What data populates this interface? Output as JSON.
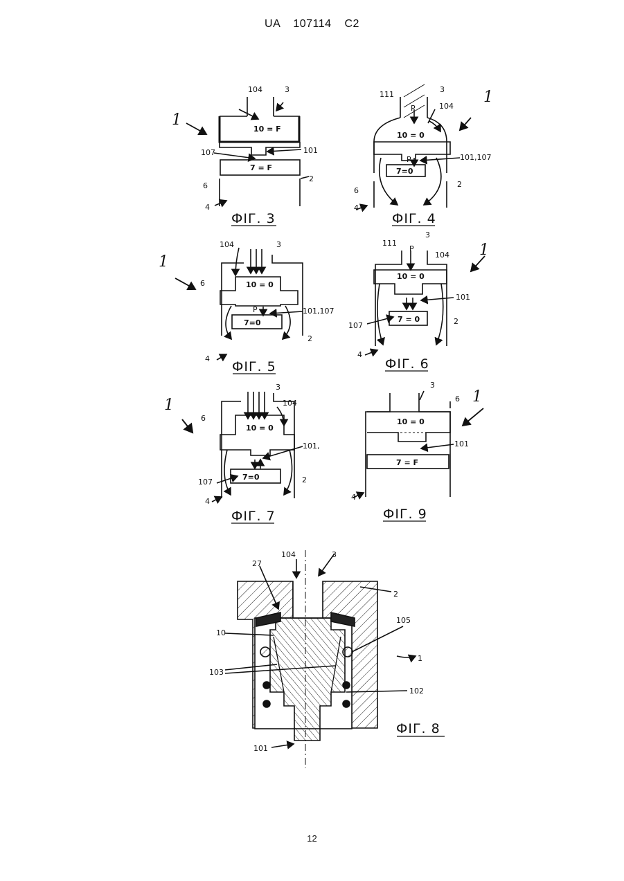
{
  "header": {
    "doc_id": "UA   107114   C2"
  },
  "page_number": "12",
  "fig3": {
    "caption": "ФІГ. 3",
    "upper": "10 = F",
    "lower": "7 = F",
    "labels": {
      "n104": "104",
      "n3": "3",
      "n1": "1",
      "n107": "107",
      "n101": "101",
      "n6": "6",
      "n2": "2",
      "n4": "4"
    }
  },
  "fig4": {
    "caption": "ФІГ. 4",
    "upper": "10 = 0",
    "lower": "7=0",
    "p": "P",
    "p2": "P",
    "labels": {
      "n111": "111",
      "n3": "3",
      "n104": "104",
      "n1": "1",
      "n101": "101,107",
      "n6": "6",
      "n2": "2",
      "n4": "4"
    }
  },
  "fig5": {
    "caption": "ФІГ. 5",
    "upper": "10 = 0",
    "lower": "7=0",
    "p": "P",
    "labels": {
      "n104": "104",
      "n3": "3",
      "n1": "1",
      "n6": "6",
      "n101": "101,107",
      "n2": "2",
      "n4": "4"
    }
  },
  "fig6": {
    "caption": "ФІГ. 6",
    "upper": "10 = 0",
    "lower": "7 = 0",
    "p": "P",
    "labels": {
      "n111": "111",
      "n3": "3",
      "n104": "104",
      "n1": "1",
      "n101": "101",
      "n107": "107",
      "n2": "2",
      "n4": "4"
    }
  },
  "fig7": {
    "caption": "ФІГ. 7",
    "upper": "10 = 0",
    "lower": "7=0",
    "labels": {
      "n3": "3",
      "n104": "104",
      "n1": "1",
      "n6": "6",
      "n101": "101,",
      "n107": "107",
      "n2": "2",
      "n4": "4"
    }
  },
  "fig9": {
    "caption": "ФІГ. 9",
    "upper": "10 = 0",
    "lower": "7 = F",
    "labels": {
      "n3": "3",
      "n6": "6",
      "n1": "1",
      "n101": "101",
      "n4": "4"
    }
  },
  "fig8": {
    "caption": "ФІГ. 8",
    "labels": {
      "n104": "104",
      "n3": "3",
      "n27": "27",
      "n2": "2",
      "n105": "105",
      "n10": "10",
      "n1": "1",
      "n103": "103",
      "n102": "102",
      "n101": "101"
    }
  }
}
